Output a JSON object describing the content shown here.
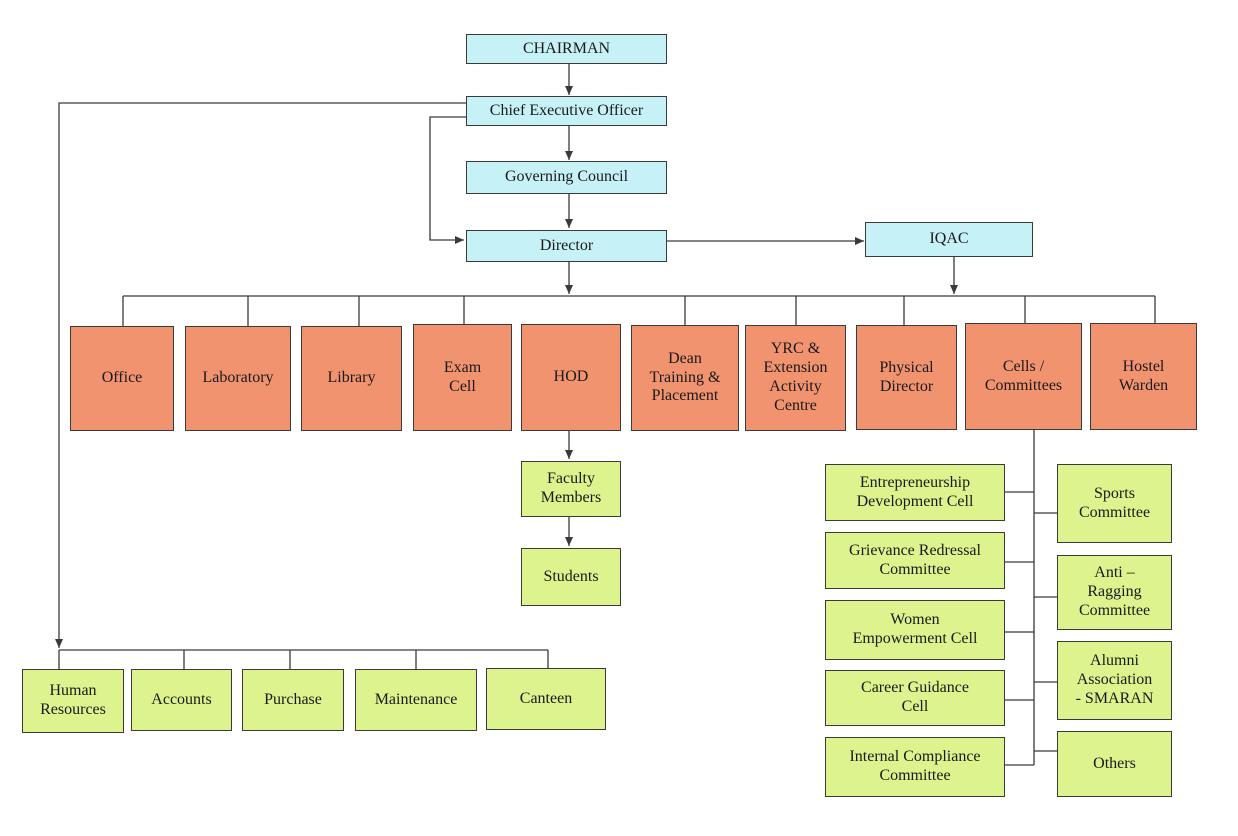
{
  "colors": {
    "cyan": "#c6f1f6",
    "orange": "#f2936f",
    "green": "#ddf38d",
    "line": "#3a3a3a"
  },
  "top": {
    "chairman": "CHAIRMAN",
    "ceo": "Chief Executive Officer",
    "governing_council": "Governing Council",
    "director": "Director",
    "iqac": "IQAC"
  },
  "departments": {
    "office": "Office",
    "laboratory": "Laboratory",
    "library": "Library",
    "exam_cell": "Exam\nCell",
    "hod": "HOD",
    "dean": "Dean\nTraining &\nPlacement",
    "yrc": "YRC &\nExtension\nActivity\nCentre",
    "physical_director": "Physical\nDirector",
    "cells": "Cells /\nCommittees",
    "hostel": "Hostel\nWarden"
  },
  "academics": {
    "faculty": "Faculty\nMembers",
    "students": "Students"
  },
  "admin": {
    "hr": "Human\nResources",
    "accounts": "Accounts",
    "purchase": "Purchase",
    "maintenance": "Maintenance",
    "canteen": "Canteen"
  },
  "committees_left": {
    "edc": "Entrepreneurship\nDevelopment Cell",
    "grievance": "Grievance Redressal\nCommittee",
    "women": "Women\nEmpowerment Cell",
    "career": "Career Guidance\nCell",
    "icc": "Internal Compliance\nCommittee"
  },
  "committees_right": {
    "sports": "Sports\nCommittee",
    "anti_ragging": "Anti –\nRagging\nCommittee",
    "alumni": "Alumni\nAssociation\n- SMARAN",
    "others": "Others"
  }
}
